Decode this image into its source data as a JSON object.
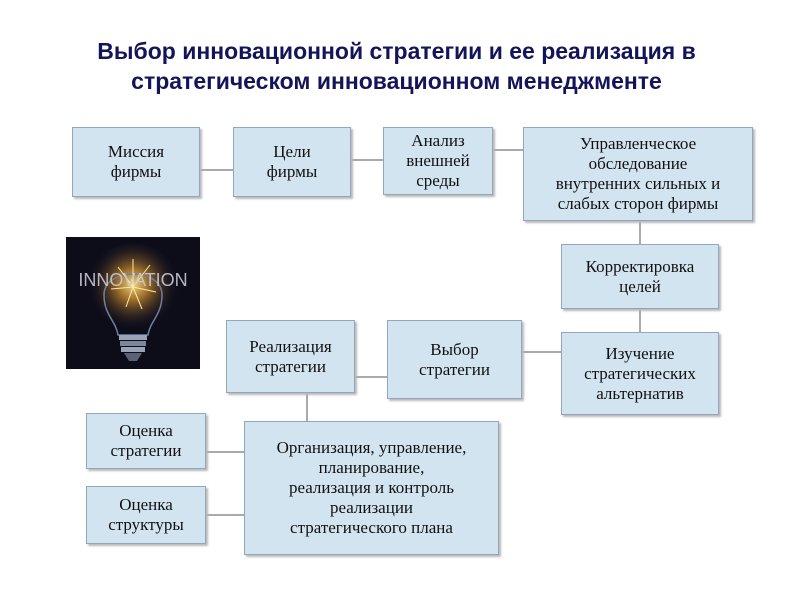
{
  "title": {
    "line1": "Выбор инновационной стратегии и ее реализация в",
    "line2": "стратегическом инновационном менеджменте"
  },
  "boxes": {
    "mission": "Миссия\nфирмы",
    "goals": "Цели\nфирмы",
    "analysis": "Анализ\nвнешней\nсреды",
    "survey": "Управленческое\nобследование\nвнутренних сильных и\nслабых сторон фирмы",
    "adjust": "Корректировка\nцелей",
    "alternatives": "Изучение\nстратегических\nальтернатив",
    "choice": "Выбор\nстратегии",
    "implementation": "Реализация\nстратегии",
    "organization": "Организация, управление,\nпланирование,\nреализация и контроль\nреализации\nстратегического плана",
    "eval_strategy": "Оценка\nстратегии",
    "eval_structure": "Оценка\nструктуры"
  },
  "image": {
    "word": "INNOVATION"
  }
}
